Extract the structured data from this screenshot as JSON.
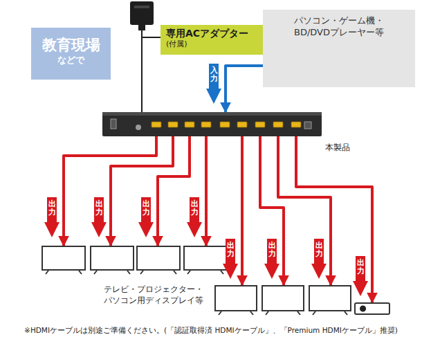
{
  "diagram": {
    "nodes": [
      {
        "text": [
          "教育現場",
          "などで"
        ]
      },
      {
        "text": [
          "専用ACアダプター",
          "(付属)"
        ]
      },
      {
        "text": [
          "パソコン・ゲーム機・ BD/DVDプレーヤー等"
        ]
      },
      {
        "text": [
          "本製品"
        ]
      },
      {
        "text": []
      },
      {
        "text": []
      },
      {
        "text": []
      },
      {
        "text": []
      },
      {
        "text": []
      },
      {
        "text": []
      },
      {
        "text": []
      },
      {
        "text": []
      }
    ],
    "edges": [
      {
        "from": 1,
        "to": 3,
        "arrow": "none"
      },
      {
        "from": 2,
        "to": 3,
        "label": "入力",
        "arrow": "to"
      },
      {
        "from": 3,
        "to": 4,
        "label": "出力",
        "arrow": "to"
      },
      {
        "from": 3,
        "to": 5,
        "label": "出力",
        "arrow": "to"
      },
      {
        "from": 3,
        "to": 6,
        "label": "出力",
        "arrow": "to"
      },
      {
        "from": 3,
        "to": 7,
        "label": "出力",
        "arrow": "to"
      },
      {
        "from": 3,
        "to": 8,
        "label": "出力",
        "arrow": "to"
      },
      {
        "from": 3,
        "to": 9,
        "label": "出力",
        "arrow": "to"
      },
      {
        "from": 3,
        "to": 10,
        "label": "出力",
        "arrow": "to"
      },
      {
        "from": 3,
        "to": 11,
        "label": "出力",
        "arrow": "to"
      }
    ],
    "labels": [
      "テレビ・プロジェクター・ パソコン用ディスプレイ等",
      "※HDMIケーブルは別途ご準備ください。(「認証取得済 HDMIケーブル」、「Premium HDMIケーブル」推奨)"
    ]
  }
}
